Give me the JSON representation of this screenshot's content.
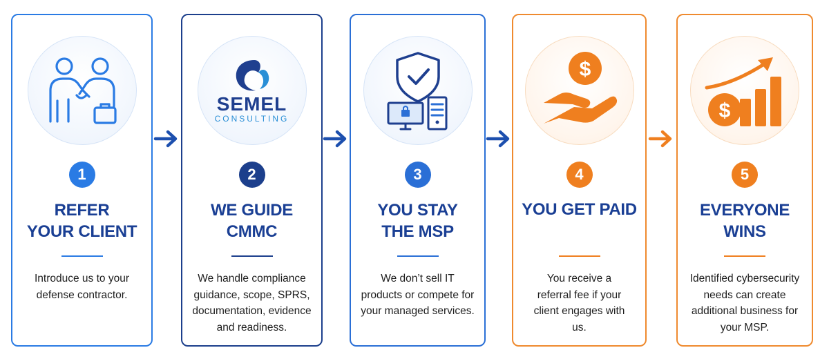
{
  "colors": {
    "light_blue": "#2a7be4",
    "navy": "#1c3f8c",
    "blue": "#2a6fd6",
    "orange": "#ef8a2e",
    "title_blue": "#1a3f94"
  },
  "steps": [
    {
      "number": "1",
      "title_line1": "REFER",
      "title_line2": "YOUR CLIENT",
      "description": "Introduce us to your defense contractor.",
      "icon": "handshake-icon"
    },
    {
      "number": "2",
      "title_line1": "WE GUIDE",
      "title_line2": "CMMC",
      "description": "We handle compliance guidance, scope, SPRS, documentation, evidence and readiness.",
      "icon": "semel-consulting-logo",
      "logo_name": "SEMEL",
      "logo_subtitle": "CONSULTING"
    },
    {
      "number": "3",
      "title_line1": "YOU STAY",
      "title_line2": "THE MSP",
      "description": "We don’t sell IT products or compete for your managed services.",
      "icon": "shield-computer-icon"
    },
    {
      "number": "4",
      "title_line1": "YOU GET PAID",
      "title_line2": "",
      "description": "You receive a referral fee if your client engages with us.",
      "icon": "dollar-hand-icon"
    },
    {
      "number": "5",
      "title_line1": "EVERYONE",
      "title_line2": "WINS",
      "description": "Identified cybersecurity needs can create additional business for your MSP.",
      "icon": "growth-chart-icon"
    }
  ]
}
